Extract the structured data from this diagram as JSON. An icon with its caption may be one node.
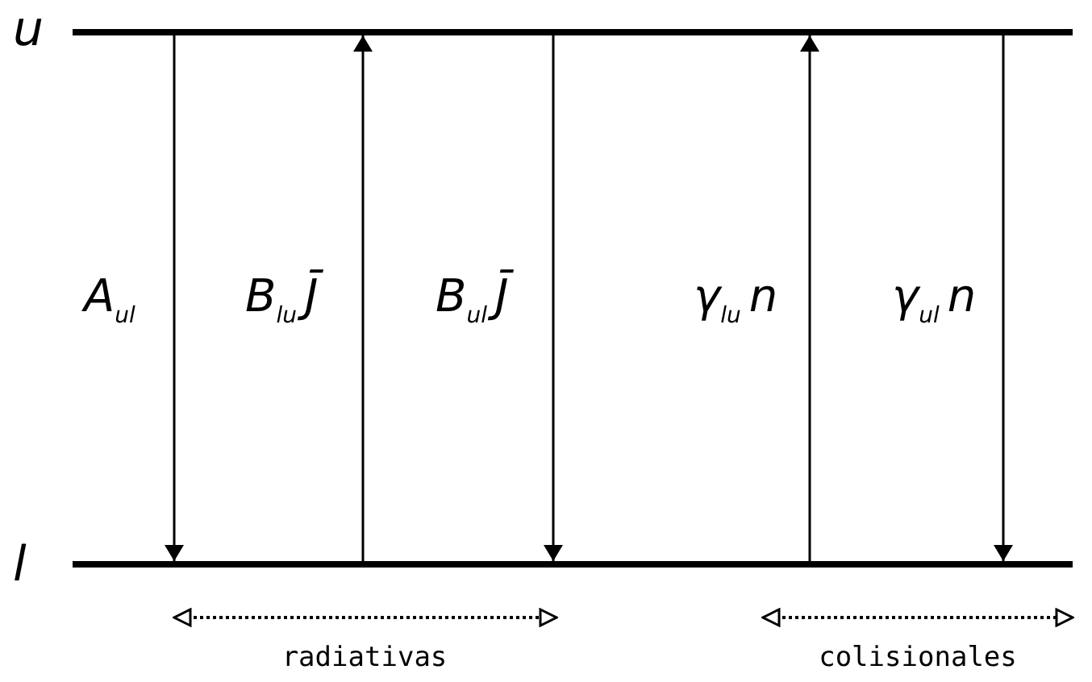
{
  "diagram": {
    "nodes": [
      {
        "text": [
          "u"
        ]
      },
      {
        "text": [
          "l"
        ]
      }
    ],
    "edges": [
      {
        "from": 0,
        "to": 1,
        "arrow": "to",
        "label": "A$_{ul}$"
      },
      {
        "from": 1,
        "to": 0,
        "arrow": "to",
        "label": "B$_{lu}$J̄"
      },
      {
        "from": 0,
        "to": 1,
        "arrow": "to",
        "label": "B$_{ul}$J̄"
      },
      {
        "from": 1,
        "to": 0,
        "arrow": "to",
        "label": "γ$_{lu}$n"
      },
      {
        "from": 0,
        "to": 1,
        "arrow": "to",
        "label": "γ$_{ul}$n"
      }
    ],
    "labels": [
      "radiativas",
      "colisionales"
    ]
  }
}
